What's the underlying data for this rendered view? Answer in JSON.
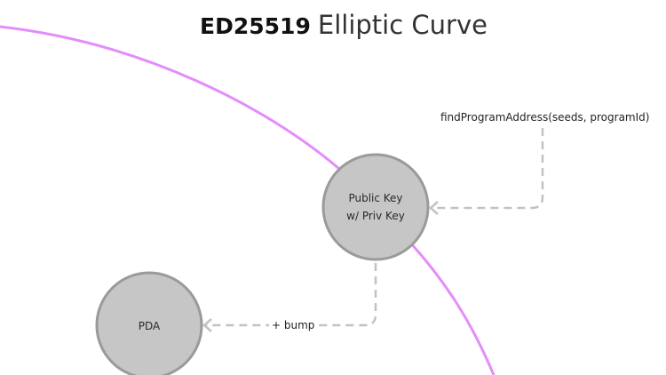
{
  "title": {
    "bold_part": "ED25519",
    "regular_part": "Elliptic Curve"
  },
  "nodes": {
    "public_key": {
      "line1": "Public Key",
      "line2": "w/ Priv Key"
    },
    "pda": {
      "label": "PDA"
    }
  },
  "edges": {
    "find_program_address": {
      "label": "findProgramAddress(seeds, programId)"
    },
    "bump": {
      "label": "+ bump"
    }
  },
  "colors": {
    "curve": "#e48cfb",
    "node_fill": "#c6c6c6",
    "node_stroke": "#9a9a9a",
    "connector": "#c2c2c2",
    "text": "#2a2a2a"
  }
}
